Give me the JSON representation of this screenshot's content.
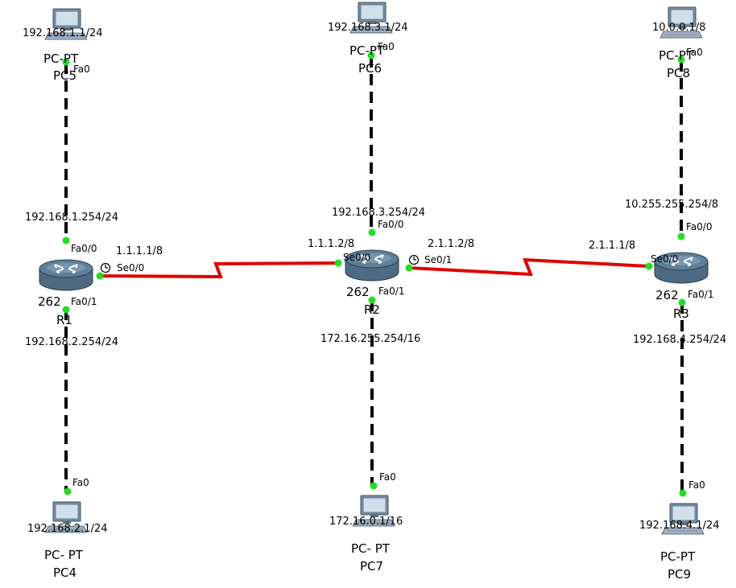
{
  "colors": {
    "ethernet": "#000000",
    "serial": "#e00000",
    "port": "#22dd22",
    "router_body": "#5f7f98"
  },
  "pcs": [
    {
      "id": "pc5",
      "type_label": "PC-PT",
      "name": "PC5",
      "ip": "192.168.1.1/24",
      "port": "Fa0"
    },
    {
      "id": "pc6",
      "type_label": "PC-PT",
      "name": "PC6",
      "ip": "192.168.3.1/24",
      "port": "Fa0"
    },
    {
      "id": "pc8",
      "type_label": "PC-PT",
      "name": "PC8",
      "ip": "10.0.0.1/8",
      "port": "Fa0"
    },
    {
      "id": "pc4",
      "type_label": "PC- PT",
      "name": "PC4",
      "ip": "192.168.2.1/24",
      "port": "Fa0"
    },
    {
      "id": "pc7",
      "type_label": "PC- PT",
      "name": "PC7",
      "ip": "172.16.0.1/16",
      "port": "Fa0"
    },
    {
      "id": "pc9",
      "type_label": "PC-PT",
      "name": "PC9",
      "ip": "192.168.4.1/24",
      "port": "Fa0"
    }
  ],
  "routers": [
    {
      "id": "r1",
      "model": "262",
      "name": "R1",
      "fa00": {
        "port": "Fa0/0",
        "ip": "192.168.1.254/24"
      },
      "fa01": {
        "port": "Fa0/1",
        "ip": "192.168.2.254/24"
      },
      "se": [
        {
          "port": "Se0/0",
          "ip": "1.1.1.1/8"
        }
      ]
    },
    {
      "id": "r2",
      "model": "262",
      "name": "R2",
      "fa00": {
        "port": "Fa0/0",
        "ip": "192.168.3.254/24"
      },
      "fa01": {
        "port": "Fa0/1",
        "ip": "172.16.255.254/16"
      },
      "se": [
        {
          "port": "Se0/0",
          "ip": "1.1.1.2/8"
        },
        {
          "port": "Se0/1",
          "ip": "2.1.1.2/8"
        }
      ]
    },
    {
      "id": "r3",
      "model": "262",
      "name": "R3",
      "fa00": {
        "port": "Fa0/0",
        "ip": "10.255.255.254/8"
      },
      "fa01": {
        "port": "Fa0/1",
        "ip": "192.168.4.254/24"
      },
      "se": [
        {
          "port": "Se0/0",
          "ip": "2.1.1.1/8"
        }
      ]
    }
  ],
  "links": [
    {
      "from": "pc5",
      "to": "r1",
      "kind": "ethernet"
    },
    {
      "from": "r1",
      "to": "pc4",
      "kind": "ethernet"
    },
    {
      "from": "pc6",
      "to": "r2",
      "kind": "ethernet"
    },
    {
      "from": "r2",
      "to": "pc7",
      "kind": "ethernet"
    },
    {
      "from": "pc8",
      "to": "r3",
      "kind": "ethernet"
    },
    {
      "from": "r3",
      "to": "pc9",
      "kind": "ethernet"
    },
    {
      "from": "r1",
      "to": "r2",
      "kind": "serial"
    },
    {
      "from": "r2",
      "to": "r3",
      "kind": "serial"
    }
  ]
}
